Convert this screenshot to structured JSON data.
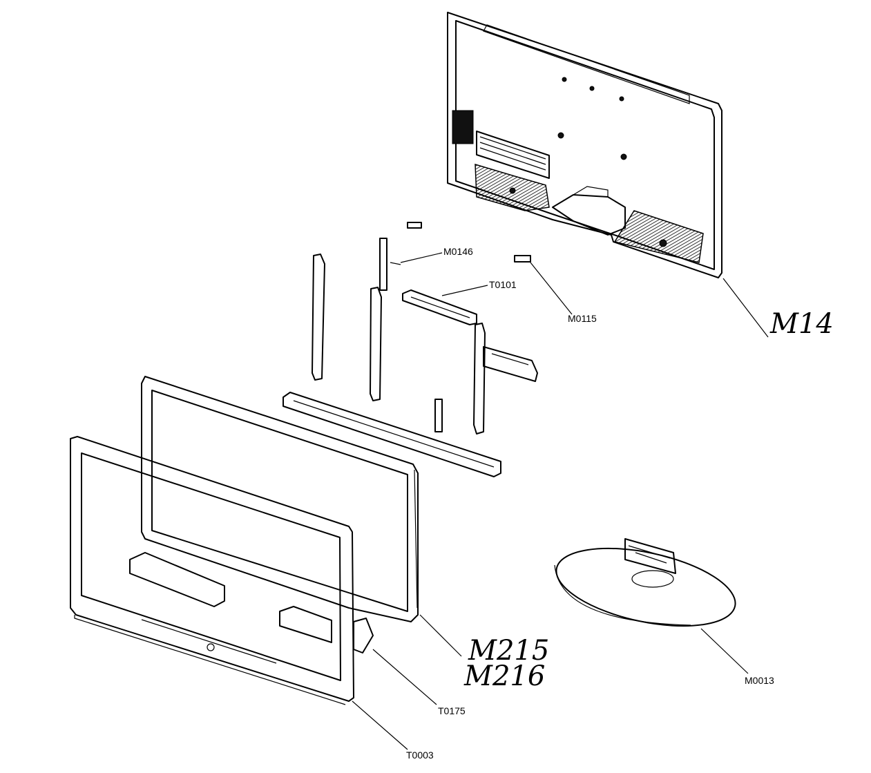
{
  "labels": {
    "m14": "M14",
    "m0146": "M0146",
    "t0101": "T0101",
    "m0115": "M0115",
    "m215": "M215",
    "m216": "M216",
    "m0013": "M0013",
    "t0175": "T0175",
    "t0003": "T0003"
  }
}
